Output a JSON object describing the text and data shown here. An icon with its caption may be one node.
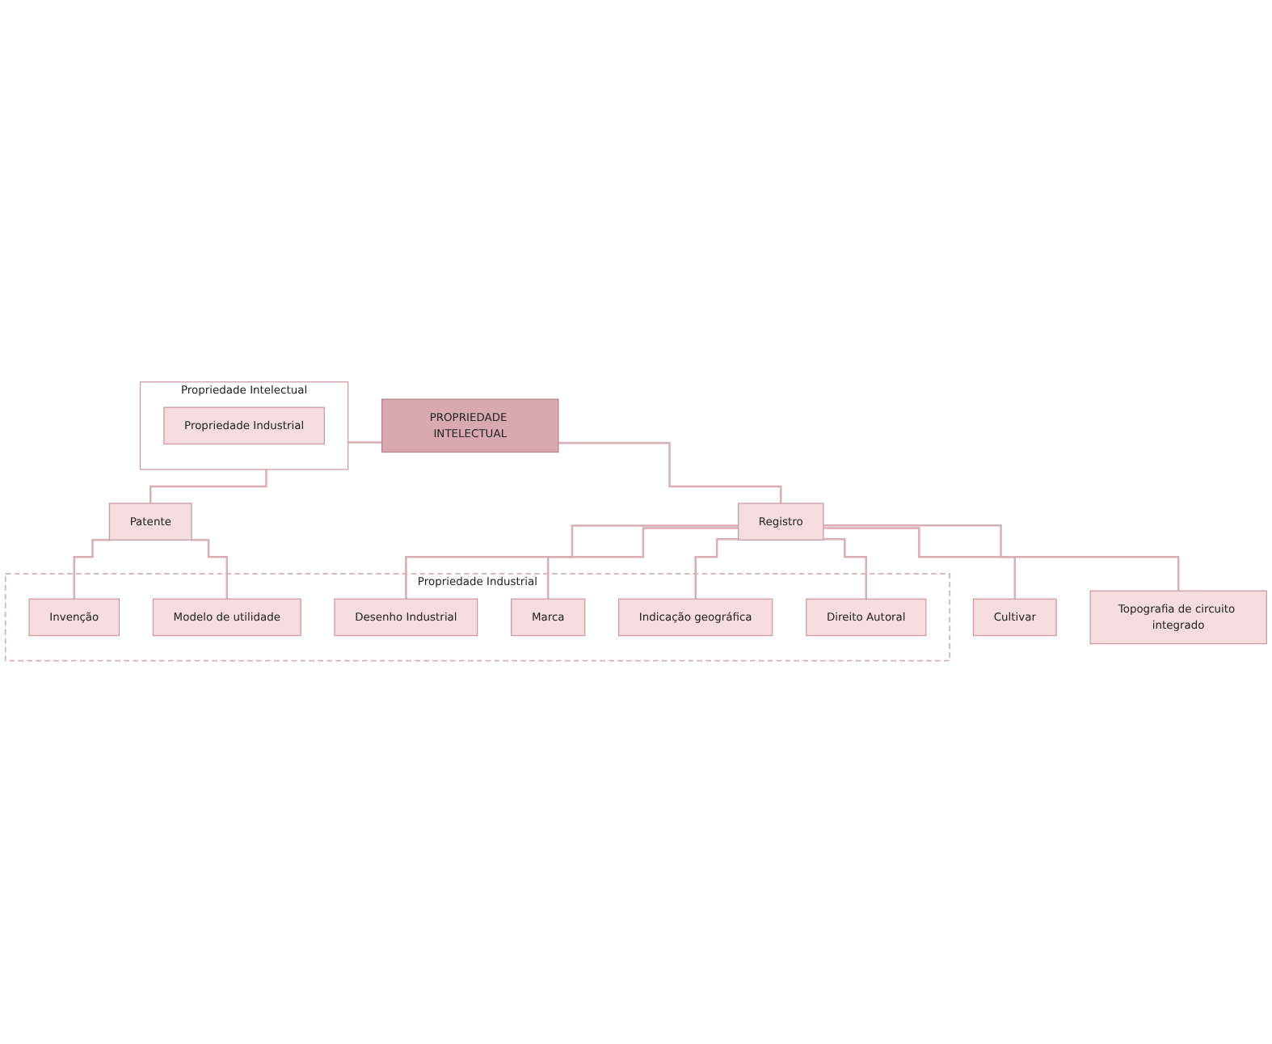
{
  "diagram": {
    "nodes": [
      {
        "text": [
          "PROPRIEDADE INTELECTUAL"
        ]
      },
      {
        "text": [
          "Patente"
        ]
      },
      {
        "text": [
          "Registro"
        ]
      },
      {
        "text": [
          "Propriedade Industrial"
        ]
      },
      {
        "text": [
          "Invenção"
        ],
        "in": 3
      },
      {
        "text": [
          "Modelo de utilidade"
        ],
        "in": 3
      },
      {
        "text": [
          "Desenho Industrial"
        ],
        "in": 3
      },
      {
        "text": [
          "Marca"
        ],
        "in": 3
      },
      {
        "text": [
          "Indicação geográfica"
        ],
        "in": 3
      },
      {
        "text": [
          "Direito Autoral"
        ],
        "in": 3
      },
      {
        "text": [
          "Cultivar"
        ]
      },
      {
        "text": [
          "Topografia de circuito integrado"
        ]
      },
      {
        "text": [
          "Propriedade Intelectual"
        ]
      },
      {
        "text": [
          "Propriedade Industrial"
        ],
        "in": 12
      }
    ],
    "edges": [
      {
        "from": 0,
        "to": 1,
        "arrow": "none"
      },
      {
        "from": 0,
        "to": 2,
        "arrow": "none"
      },
      {
        "from": 1,
        "to": 4,
        "arrow": "none"
      },
      {
        "from": 1,
        "to": 5,
        "arrow": "none"
      },
      {
        "from": 2,
        "to": 6,
        "arrow": "none"
      },
      {
        "from": 2,
        "to": 7,
        "arrow": "none"
      },
      {
        "from": 2,
        "to": 8,
        "arrow": "none"
      },
      {
        "from": 2,
        "to": 9,
        "arrow": "none"
      },
      {
        "from": 2,
        "to": 10,
        "arrow": "none"
      },
      {
        "from": 2,
        "to": 11,
        "arrow": "none"
      }
    ]
  }
}
